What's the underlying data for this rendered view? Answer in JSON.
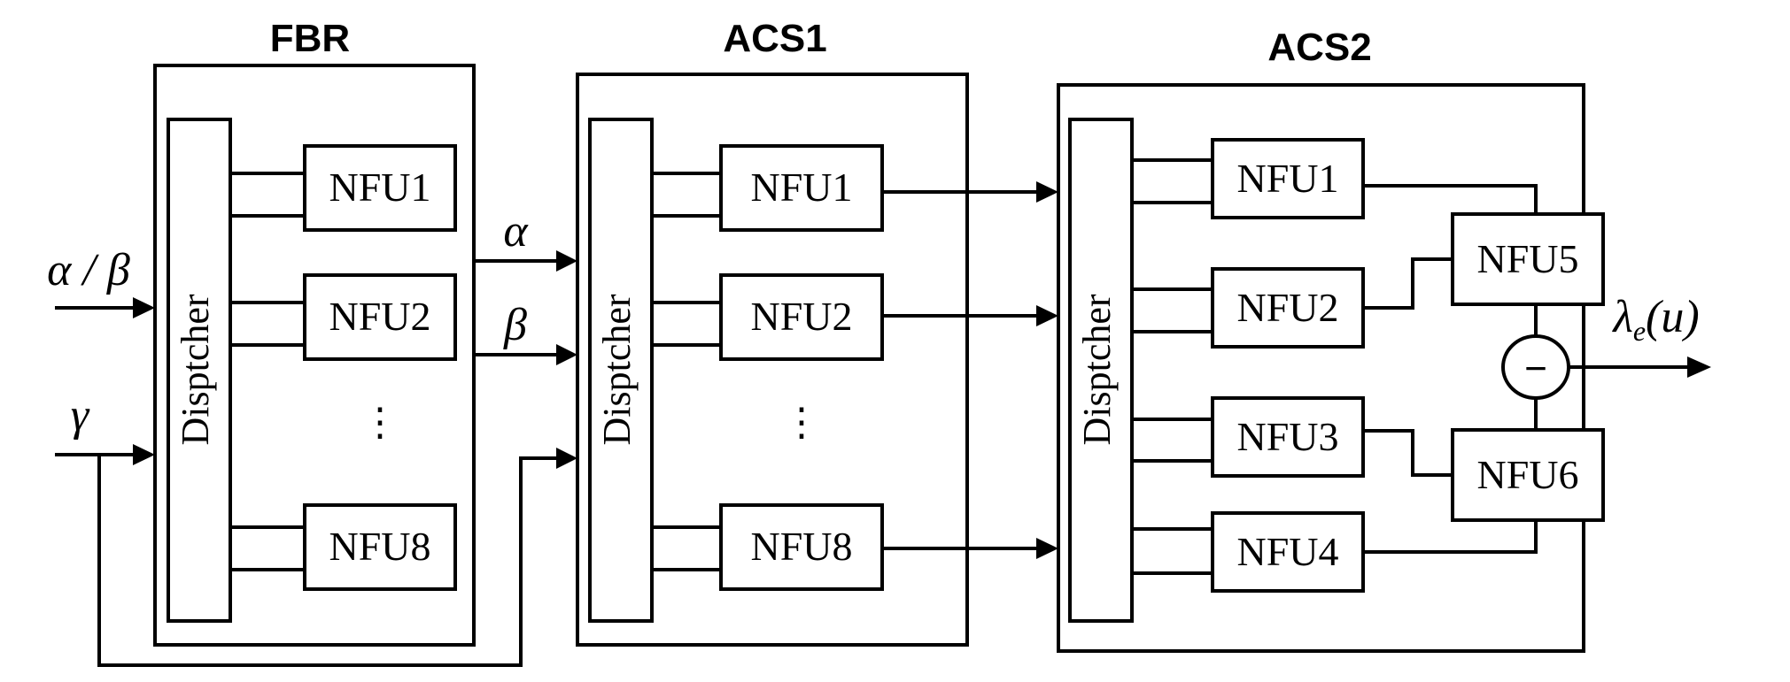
{
  "blocks": {
    "fbr": {
      "title": "FBR",
      "dispatcher": "Disptcher",
      "nfus": [
        "NFU1",
        "NFU2",
        "NFU8"
      ],
      "ellipsis": "⋮"
    },
    "acs1": {
      "title": "ACS1",
      "dispatcher": "Disptcher",
      "nfus": [
        "NFU1",
        "NFU2",
        "NFU8"
      ],
      "ellipsis": "⋮"
    },
    "acs2": {
      "title": "ACS2",
      "dispatcher": "Disptcher",
      "nfus": [
        "NFU1",
        "NFU2",
        "NFU3",
        "NFU4",
        "NFU5",
        "NFU6"
      ],
      "subtract_symbol": "−"
    }
  },
  "signals": {
    "input_alpha_beta": "α / β",
    "input_gamma": "γ",
    "alpha": "α",
    "beta": "β",
    "output_lambda": "λ",
    "output_lambda_sub": "e",
    "output_lambda_arg": "(u)"
  }
}
